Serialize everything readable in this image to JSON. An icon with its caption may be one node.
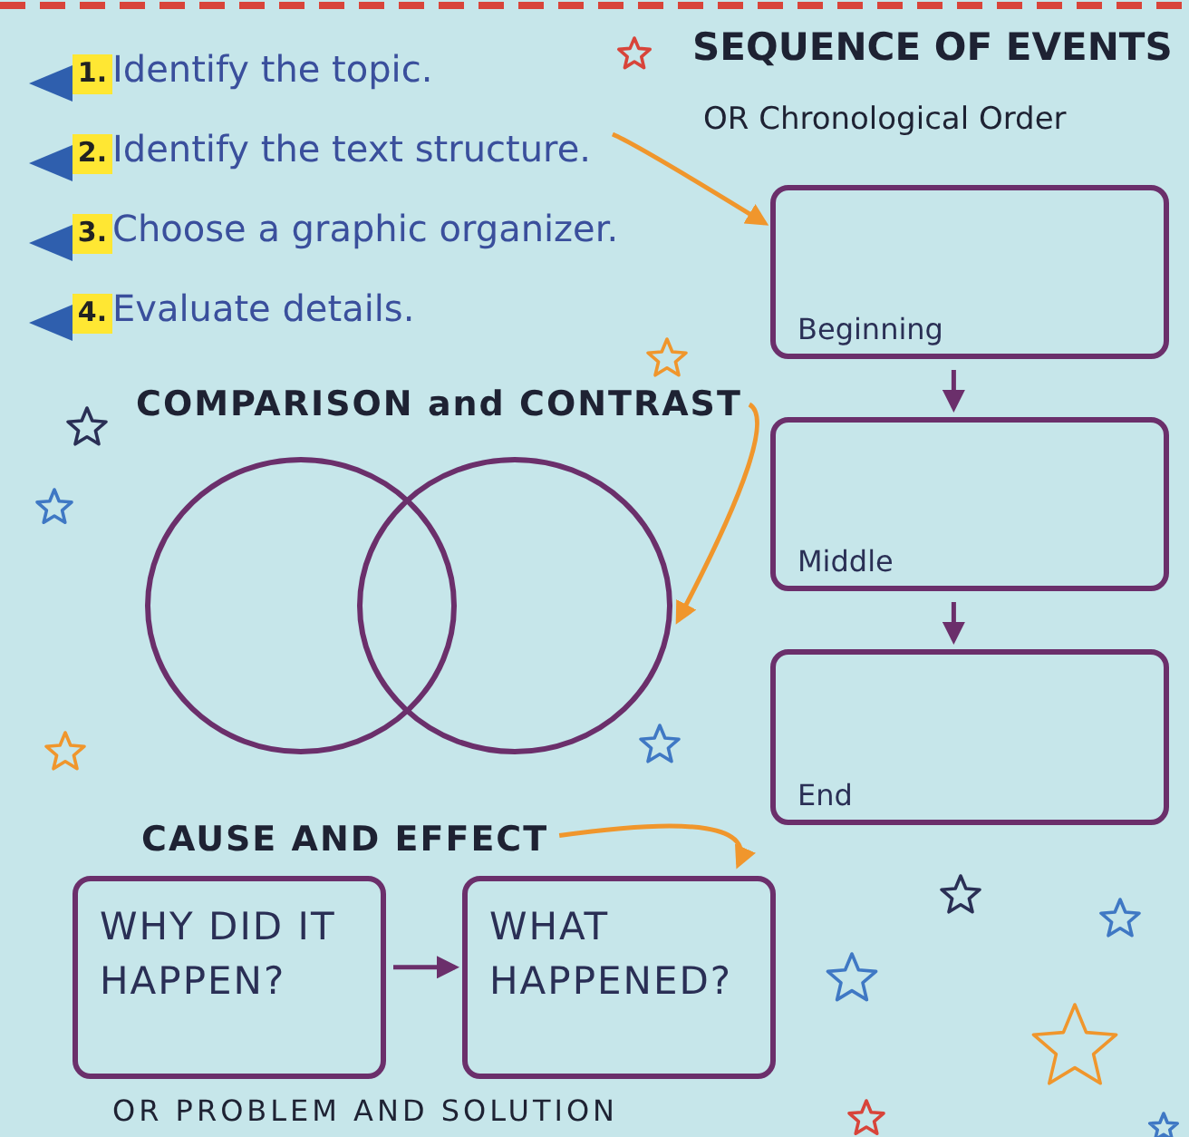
{
  "diagram": {
    "nodes": [
      {
        "text": [
          "Identify the text structure."
        ],
        "beside": [
          "2."
        ]
      },
      {
        "text": [
          "Beginning"
        ]
      },
      {
        "text": [
          "Middle"
        ]
      },
      {
        "text": [
          "End"
        ]
      },
      {
        "text": [
          "COMPARISON and CONTRAST"
        ]
      },
      {
        "text": [],
        "shape": "circle"
      },
      {
        "text": [],
        "shape": "circle"
      },
      {
        "text": [
          "CAUSE AND EFFECT"
        ]
      },
      {
        "text": [
          "WHY DID IT HAPPEN?"
        ]
      },
      {
        "text": [
          "WHAT HAPPENED?"
        ]
      }
    ],
    "edges": [
      {
        "from": 0,
        "to": 1,
        "arrow": "to",
        "color": "#f0962c"
      },
      {
        "from": 1,
        "to": 2,
        "arrow": "to",
        "color": "#6b2f6b"
      },
      {
        "from": 2,
        "to": 3,
        "arrow": "to",
        "color": "#6b2f6b"
      },
      {
        "from": 4,
        "to": 6,
        "arrow": "to",
        "color": "#f0962c"
      },
      {
        "from": 7,
        "to": 9,
        "arrow": "to",
        "color": "#f0962c"
      },
      {
        "from": 8,
        "to": 9,
        "arrow": "to",
        "color": "#6b2f6b"
      }
    ],
    "labels": [
      "1.",
      "Identify the topic.",
      "SEQUENCE OF EVENTS",
      "OR Chronological Order",
      "3.",
      "Choose a graphic organizer.",
      "4.",
      "Evaluate details.",
      "OR PROBLEM AND SOLUTION"
    ]
  }
}
